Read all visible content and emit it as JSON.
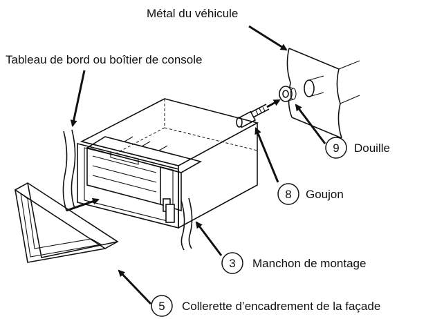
{
  "labels": {
    "vehicle_metal": "Métal du véhicule",
    "dashboard": "Tableau de bord ou boîtier de console",
    "socket": "Douille",
    "stud": "Goujon",
    "sleeve": "Manchon de montage",
    "trim_ring": "Collerette d’encadrement de la façade"
  },
  "callouts": {
    "socket": "9",
    "stud": "8",
    "sleeve": "3",
    "trim_ring": "5"
  }
}
